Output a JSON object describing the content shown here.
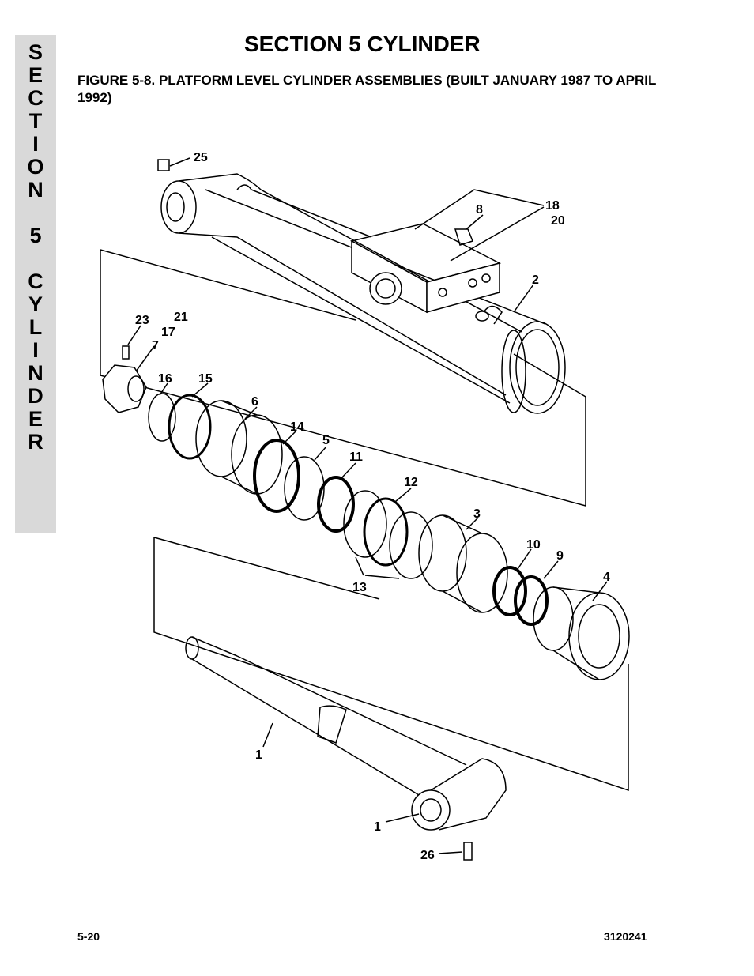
{
  "side_tab": {
    "letters": [
      "S",
      "E",
      "C",
      "T",
      "I",
      "O",
      "N",
      " ",
      "5",
      " ",
      "C",
      "Y",
      "L",
      "I",
      "N",
      "D",
      "E",
      "R"
    ]
  },
  "header": {
    "section_title": "SECTION 5  CYLINDER",
    "figure_caption": "FIGURE 5-8.    PLATFORM LEVEL CYLINDER ASSEMBLIES (BUILT JANUARY 1987 TO APRIL 1992)"
  },
  "callouts": {
    "c25": "25",
    "c18": "18",
    "c20": "20",
    "c8": "8",
    "c2": "2",
    "c23": "23",
    "c21": "21",
    "c17": "17",
    "c7": "7",
    "c16": "16",
    "c15": "15",
    "c6": "6",
    "c14": "14",
    "c5": "5",
    "c11": "11",
    "c12": "12",
    "c3": "3",
    "c10": "10",
    "c9": "9",
    "c4": "4",
    "c13": "13",
    "c1a": "1",
    "c1b": "1",
    "c26": "26"
  },
  "footer": {
    "page_number": "5-20",
    "document_number": "3120241"
  }
}
